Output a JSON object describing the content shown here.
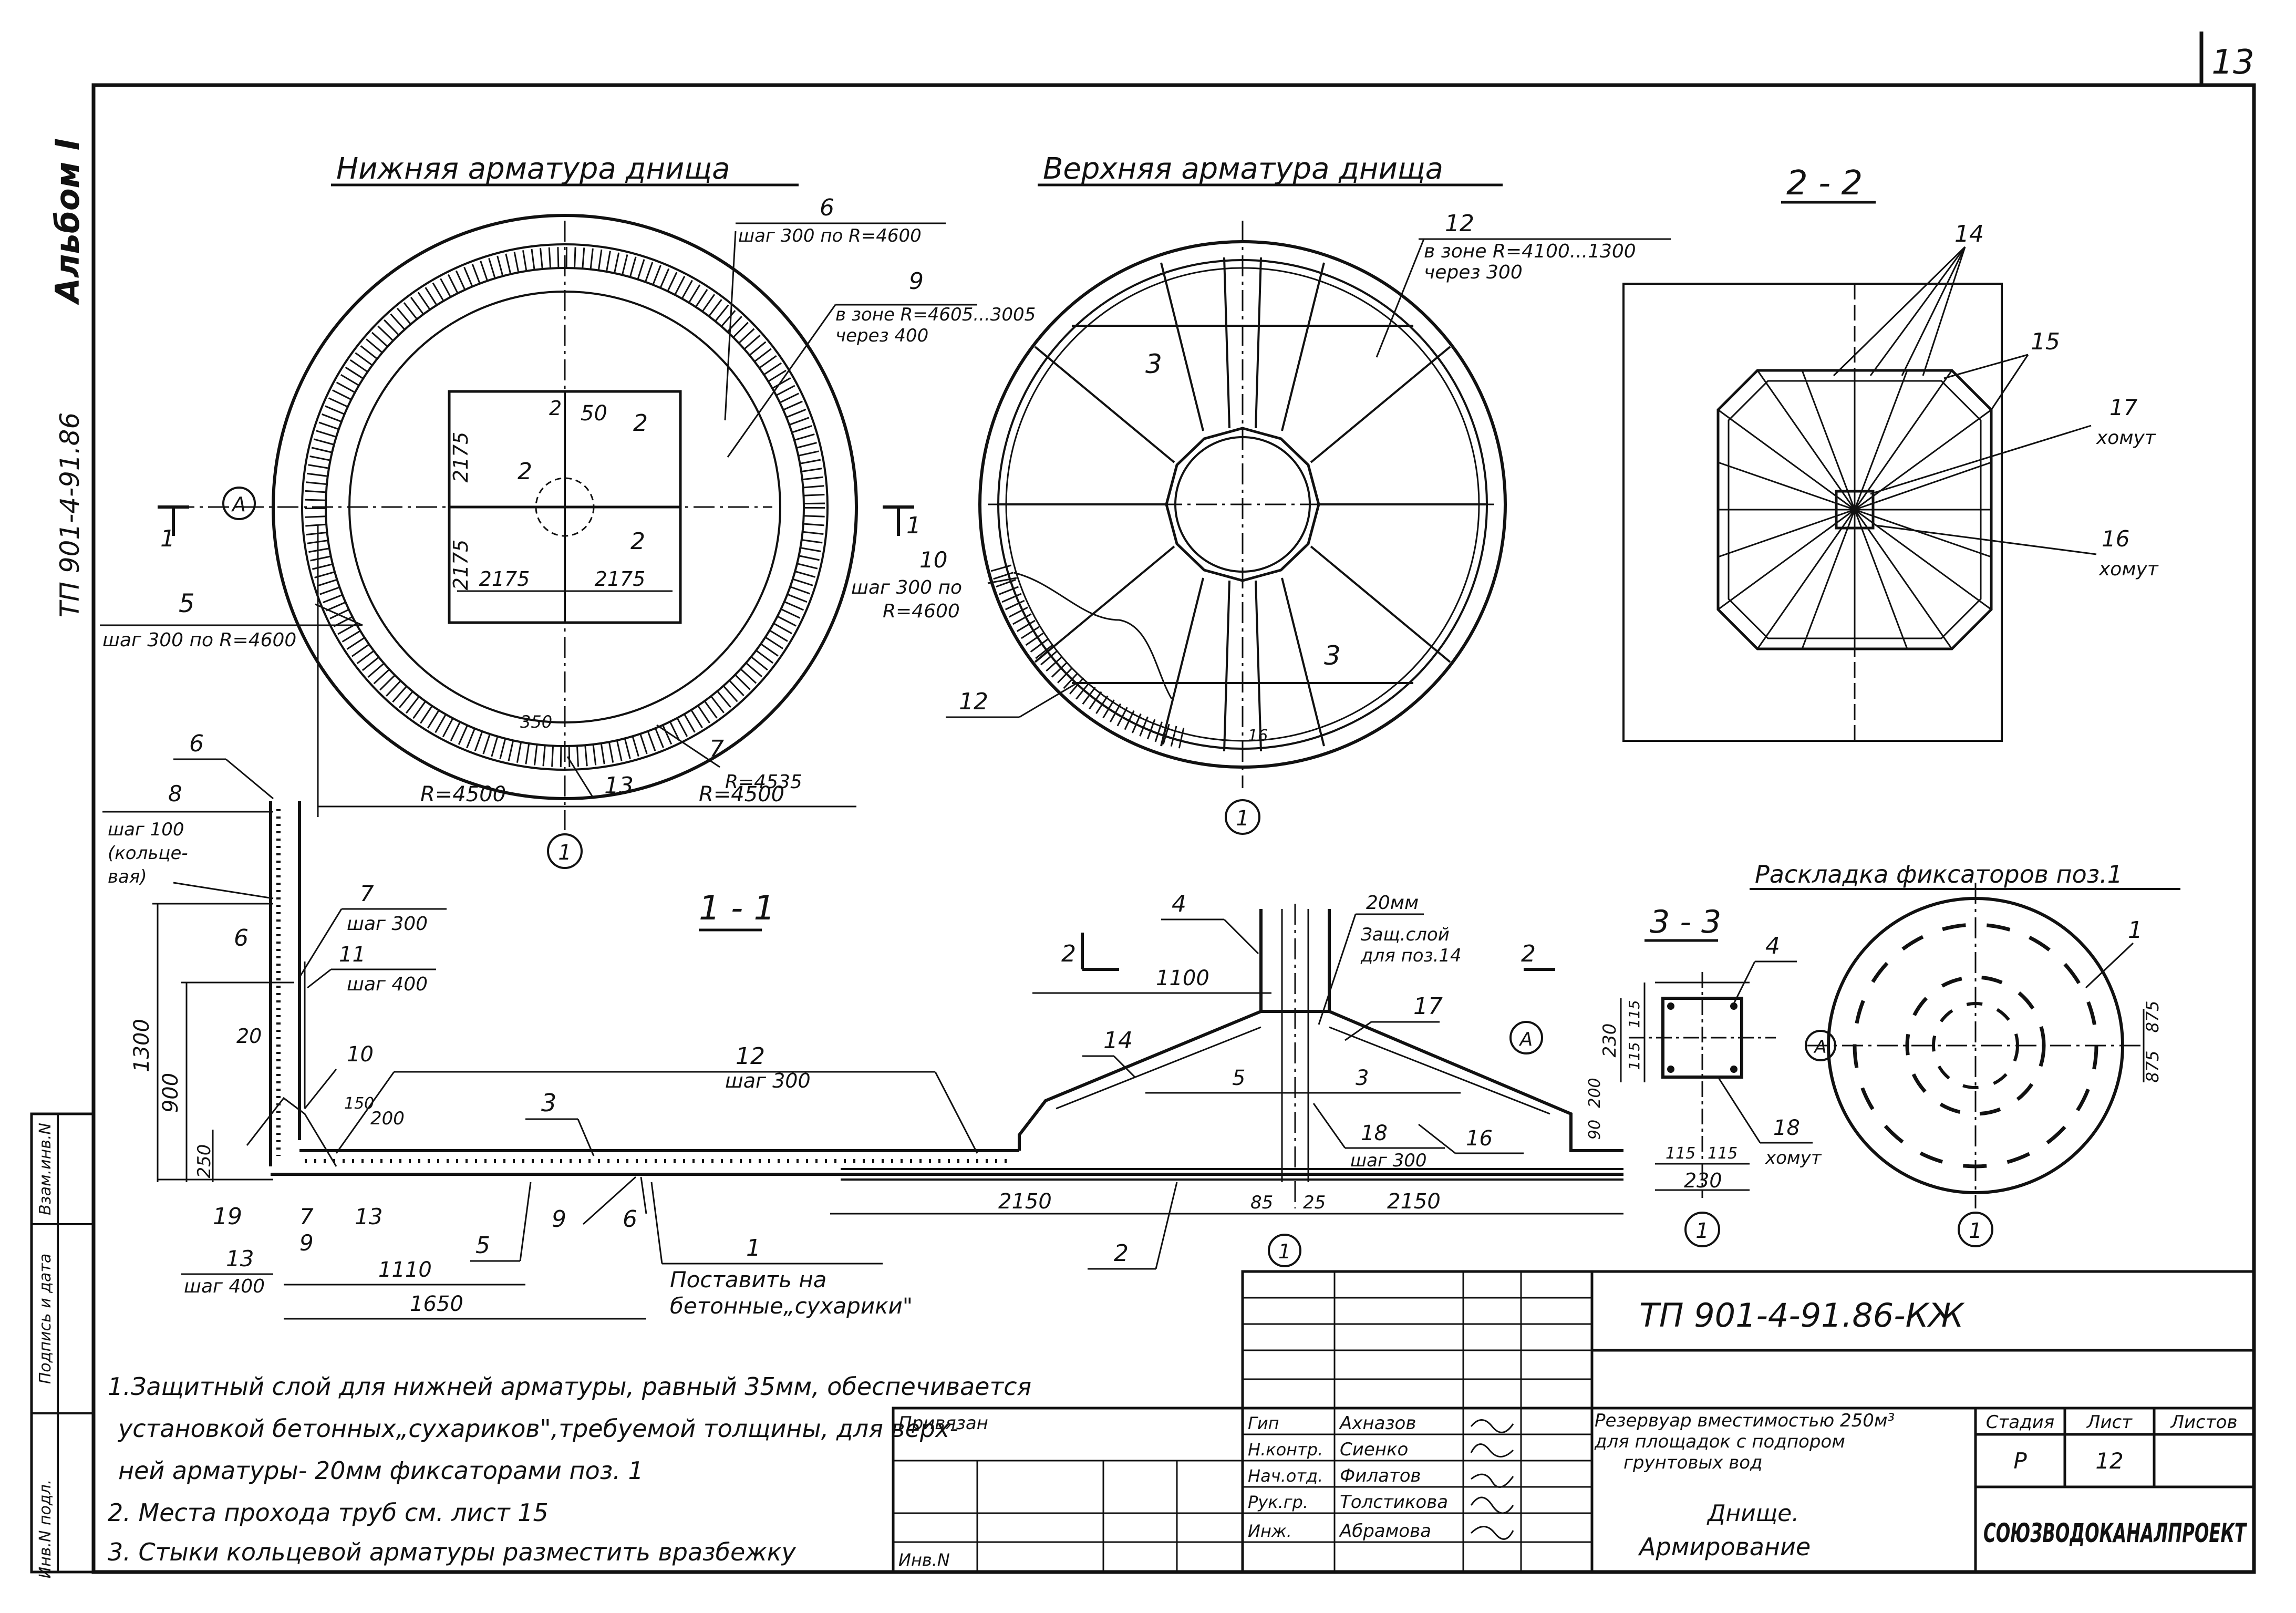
{
  "sheet_corner_number": "13",
  "side": {
    "album": "Альбом I",
    "code": "ТП 901-4-91.86",
    "strip_labels": [
      "Инв.N подл.",
      "Подпись и дата",
      "Взам.инв.N"
    ]
  },
  "views": {
    "bottom_title": "Нижняя арматура днища",
    "top_title": "Верхняя арматура днища",
    "section_22_title": "2 - 2",
    "section_11_title": "1 - 1",
    "section_33_title": "3 - 3",
    "fixators_title": "Раскладка фиксаторов поз.1"
  },
  "callouts": {
    "c6_num": "6",
    "c6_text": "шаг 300 по R=4600",
    "c9_num": "9",
    "c9_l1": "в зоне R=4605...3005",
    "c9_l2": "через 400",
    "c12_num": "12",
    "c12_l1": "в зоне R=4100...1300",
    "c12_l2": "через 300",
    "c5_num": "5",
    "c5_text": "шаг 300 по R=4600",
    "c10_num": "10",
    "c10_l1": "шаг 300 по",
    "c10_l2": "R=4600",
    "c12b_num": "12",
    "c7_num": "7",
    "c7_r": "R=4535",
    "c13_num": "13",
    "c14_num": "14",
    "c15_num": "15",
    "c17_num": "17",
    "c17_t": "хомут",
    "c16_num": "16",
    "c16_t": "хомут",
    "c1_num": "1"
  },
  "marks": {
    "A": "A",
    "one": "1",
    "one_bar": "1",
    "num2": "2",
    "num3": "3",
    "val50": "50",
    "val350": "350",
    "val16": "16"
  },
  "dims": {
    "d2175": "2175",
    "R4500": "R=4500",
    "d1300": "1300",
    "d900": "900",
    "d250": "250",
    "d20": "20",
    "d200": "200",
    "d150": "150",
    "d1110": "1110",
    "d1650": "1650",
    "d1100": "1100",
    "d2150": "2150",
    "d85": "85",
    "d25": "25",
    "d230": "230",
    "d115": "115",
    "d90": "90",
    "d875": "875"
  },
  "section11": {
    "n8": "8",
    "n8_l1": "шаг 100",
    "n8_l2": "(кольце-",
    "n8_l3": "вая)",
    "n6": "6",
    "n7": "7",
    "n7_t": "шаг 300",
    "n11": "11",
    "n11_t": "шаг 400",
    "n10": "10",
    "n12": "12",
    "n12_t": "шаг 300",
    "n3": "3",
    "n4": "4",
    "n14": "14",
    "n17": "17",
    "n20mm": "20мм",
    "prot_l1": "Защ.слой",
    "prot_l2": "для поз.14",
    "n18": "18",
    "n18_t": "шаг 300",
    "n16": "16",
    "n19": "19",
    "n9": "9",
    "n13": "13",
    "n13_t": "шаг 400",
    "n5": "5",
    "n2": "2",
    "n1": "1",
    "post_l1": "Поставить на",
    "post_l2": "бетонные„сухарики\""
  },
  "section33": {
    "n4": "4",
    "n18": "18",
    "n18_t": "хомут"
  },
  "notes": [
    "1.Защитный слой для нижней арматуры, равный 35мм, обеспечивается",
    "установкой бетонных„сухариков\",требуемой толщины, для верх-",
    "ней арматуры- 20мм фиксаторами поз. 1",
    "2. Места прохода труб см. лист 15",
    "3. Стыки кольцевой арматуры разместить вразбежку"
  ],
  "title_block": {
    "doc_code": "ТП 901-4-91.86-КЖ",
    "privyazan": "Привязан",
    "inv": "Инв.N",
    "roles": [
      "Гип",
      "Н.контр.",
      "Нач.отд.",
      "Рук.гр.",
      "Инж."
    ],
    "names": [
      "Ахназов",
      "Сиенко",
      "Филатов",
      "Толстикова",
      "Абрамова"
    ],
    "desc_l1": "Резервуар вместимостью 250м³",
    "desc_l2": "для площадок с подпором",
    "desc_l3": "грунтовых вод",
    "sheet_title_l1": "Днище.",
    "sheet_title_l2": "Армирование",
    "stage_h": "Стадия",
    "sheet_h": "Лист",
    "sheets_h": "Листов",
    "stage": "Р",
    "sheet": "12",
    "org": "СОЮЗВОДОКАНАЛПРОЕКТ"
  }
}
